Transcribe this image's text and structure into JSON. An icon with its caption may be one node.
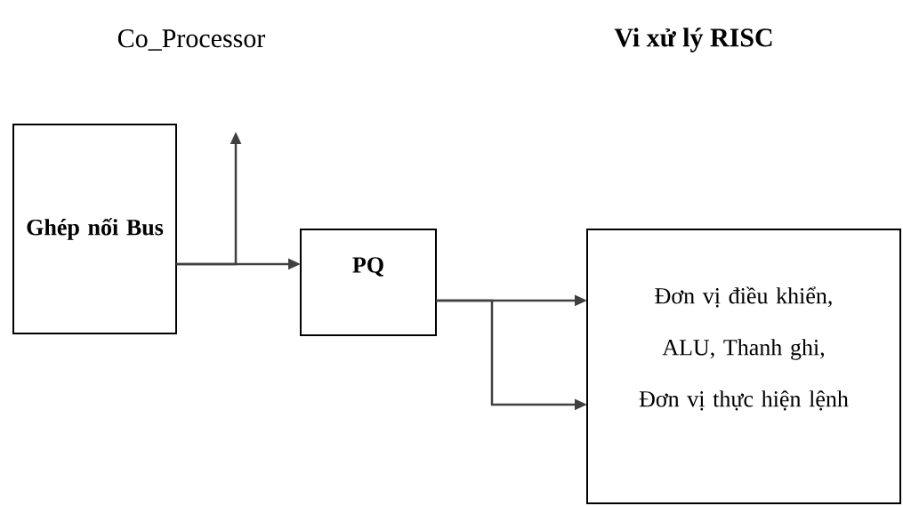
{
  "diagram": {
    "nodes": [
      {
        "text": [
          "Ghép nối Bus"
        ]
      },
      {
        "text": [
          "PQ"
        ]
      },
      {
        "text": [
          "Đơn vị điều khiển, ALU, Thanh ghi, Đơn vị thực hiện lệnh"
        ]
      }
    ],
    "edges": [
      {
        "from": 0,
        "to": 1,
        "arrow": "to"
      },
      {
        "from": 0,
        "to": null,
        "arrow": "to"
      },
      {
        "from": 1,
        "to": 2,
        "arrow": "to"
      },
      {
        "from": 1,
        "to": 2,
        "arrow": "to"
      }
    ],
    "labels": [
      "Co_Processor",
      "Vi xử lý RISC"
    ]
  }
}
